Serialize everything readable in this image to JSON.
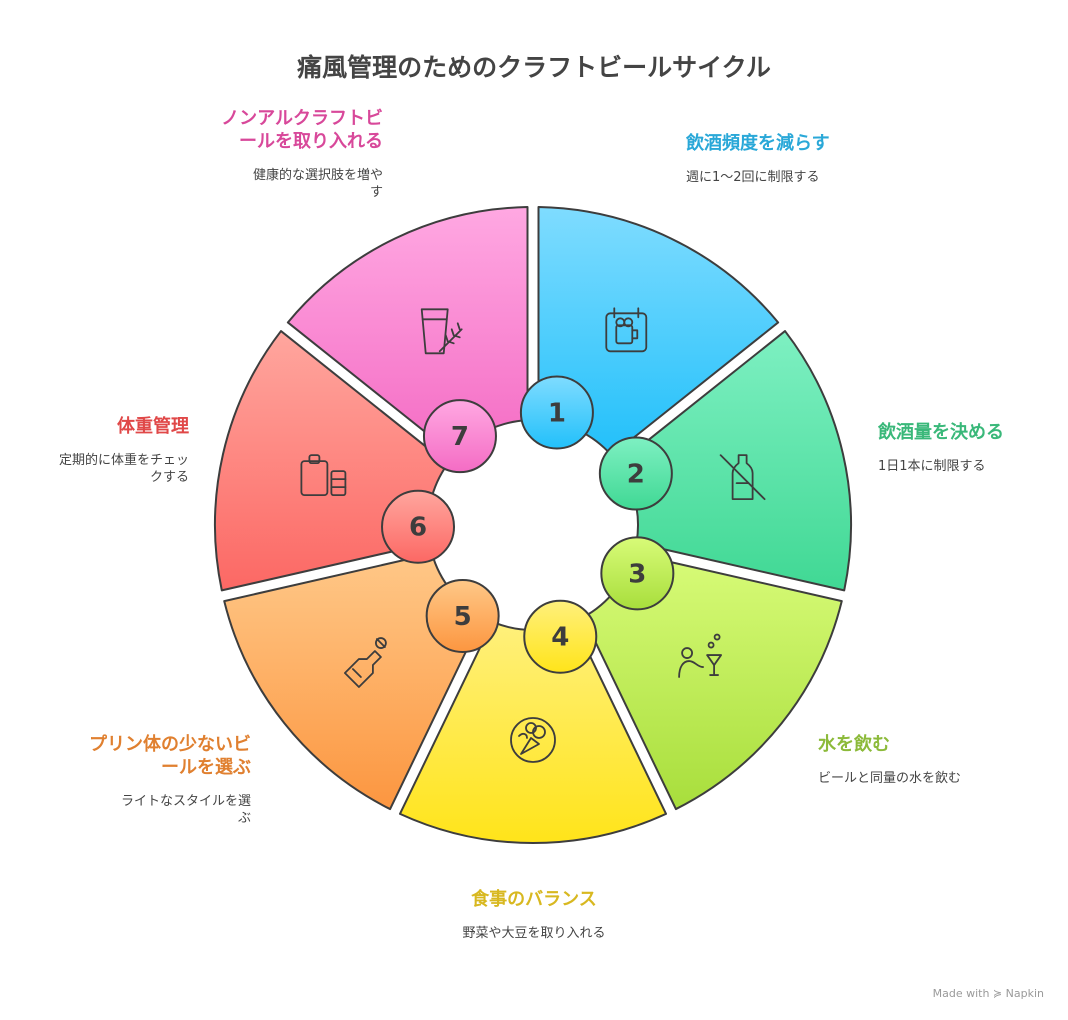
{
  "title": "痛風管理のためのクラフトビールサイクル",
  "watermark": "Made with ≽ Napkin",
  "steps": [
    {
      "num": "1",
      "title": "飲酒頻度を減らす",
      "desc": "週に1〜2回に制限する",
      "icon": "beer-calendar-icon",
      "color": "#2aa8d8"
    },
    {
      "num": "2",
      "title": "飲酒量を決める",
      "desc": "1日1本に制限する",
      "icon": "no-bottle-icon",
      "color": "#3ab87a"
    },
    {
      "num": "3",
      "title": "水を飲む",
      "desc": "ビールと同量の水を飲む",
      "icon": "person-drink-icon",
      "color": "#8cba3a"
    },
    {
      "num": "4",
      "title": "食事のバランス",
      "desc": "野菜や大豆を取り入れる",
      "icon": "vegetables-icon",
      "color": "#d8b820"
    },
    {
      "num": "5",
      "title": "プリン体の少ないビールを選ぶ",
      "desc": "ライトなスタイルを選ぶ",
      "icon": "bottle-pour-icon",
      "color": "#e08030"
    },
    {
      "num": "6",
      "title": "体重管理",
      "desc": "定期的に体重をチェックする",
      "icon": "clipboard-icon",
      "color": "#e04848"
    },
    {
      "num": "7",
      "title": "ノンアルクラフトビールを取り入れる",
      "desc": "健康的な選択肢を増やす",
      "icon": "glass-herb-icon",
      "color": "#d8489a"
    }
  ]
}
